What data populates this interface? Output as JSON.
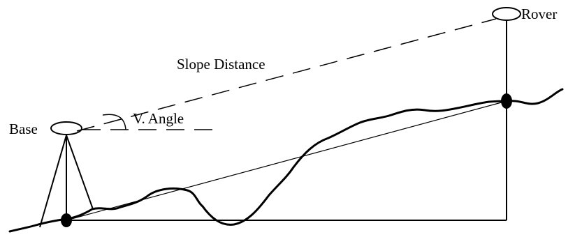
{
  "labels": {
    "base": "Base",
    "rover": "Rover",
    "slope_distance": "Slope Distance",
    "vertical_angle": "V. Angle"
  },
  "colors": {
    "line": "#000000",
    "background": "#ffffff"
  }
}
